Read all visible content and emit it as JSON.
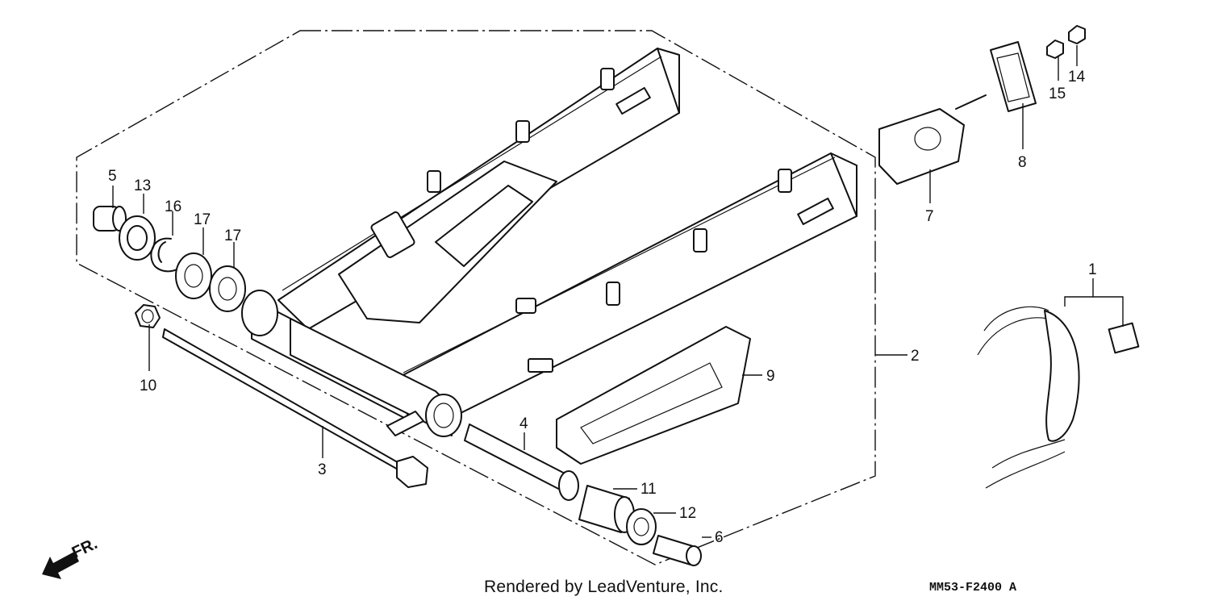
{
  "callouts": {
    "c1": "1",
    "c2": "2",
    "c3": "3",
    "c4": "4",
    "c5": "5",
    "c6": "6",
    "c7": "7",
    "c8": "8",
    "c9": "9",
    "c10": "10",
    "c11": "11",
    "c12": "12",
    "c13": "13",
    "c14": "14",
    "c15": "15",
    "c16": "16",
    "c17a": "17",
    "c17b": "17"
  },
  "direction_label": "FR.",
  "footer": {
    "rendered_by": "Rendered by LeadVenture, Inc.",
    "diagram_code": "MM53-F2400 A"
  }
}
